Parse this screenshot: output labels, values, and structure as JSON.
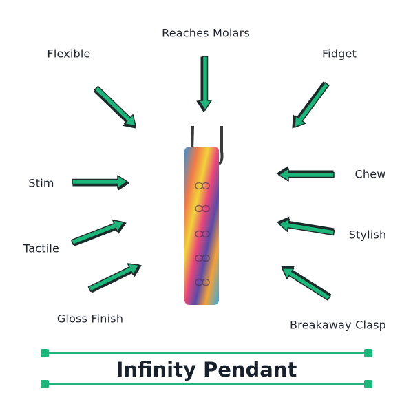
{
  "labels": {
    "flexible": "Flexible",
    "reaches_molars": "Reaches Molars",
    "fidget": "Fidget",
    "stim": "Stim",
    "chew": "Chew",
    "tactile": "Tactile",
    "stylish": "Stylish",
    "gloss_finish": "Gloss Finish",
    "breakaway_clasp": "Breakaway Clasp"
  },
  "title": "Infinity Pendant",
  "colors": {
    "accent": "#1eb57a",
    "arrow_outline": "#1c2a2a",
    "text": "#1e2430"
  }
}
